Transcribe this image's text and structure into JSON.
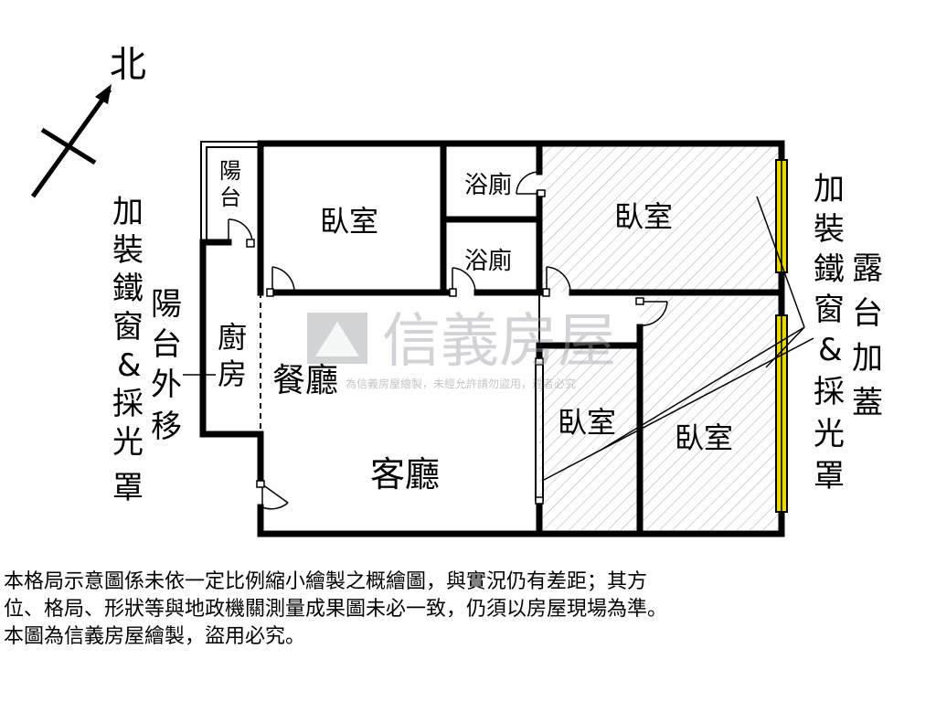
{
  "compass": {
    "north_label": "北"
  },
  "rooms": {
    "balcony": "陽台",
    "bedroom_a": "臥室",
    "bath_upper": "浴廁",
    "bath_lower": "浴廁",
    "bedroom_b": "臥室",
    "kitchen": "廚房",
    "dining": "餐廳",
    "living": "客廳",
    "bedroom_c": "臥室",
    "bedroom_d": "臥室"
  },
  "annotations": {
    "left_outer": [
      "加",
      "裝",
      "鐵",
      "窗",
      "&",
      "採",
      "光",
      "罩"
    ],
    "left_inner": [
      "陽",
      "台",
      "外",
      "移"
    ],
    "right_outer": [
      "加",
      "裝",
      "鐵",
      "窗",
      "&",
      "採",
      "光",
      "罩"
    ],
    "right_inner": [
      "露",
      "台",
      "加",
      "蓋"
    ]
  },
  "watermark": {
    "brand": "信義房屋",
    "notice": "為信義房屋繪製，未經允許請勿盜用，違者必究"
  },
  "disclaimer": {
    "line1": "本格局示意圖係未依一定比例縮小繪製之概繪圖，與實況仍有差距；其方",
    "line2": "位、格局、形狀等與地政機關測量成果圖未必一致，仍須以房屋現場為準。",
    "line3": "本圖為信義房屋繪製，盜用必究。"
  },
  "colors": {
    "wall": "#000000",
    "window_fill": "#e8d800",
    "hatch": "#9a9a9a",
    "watermark": "#9aa0a6"
  }
}
